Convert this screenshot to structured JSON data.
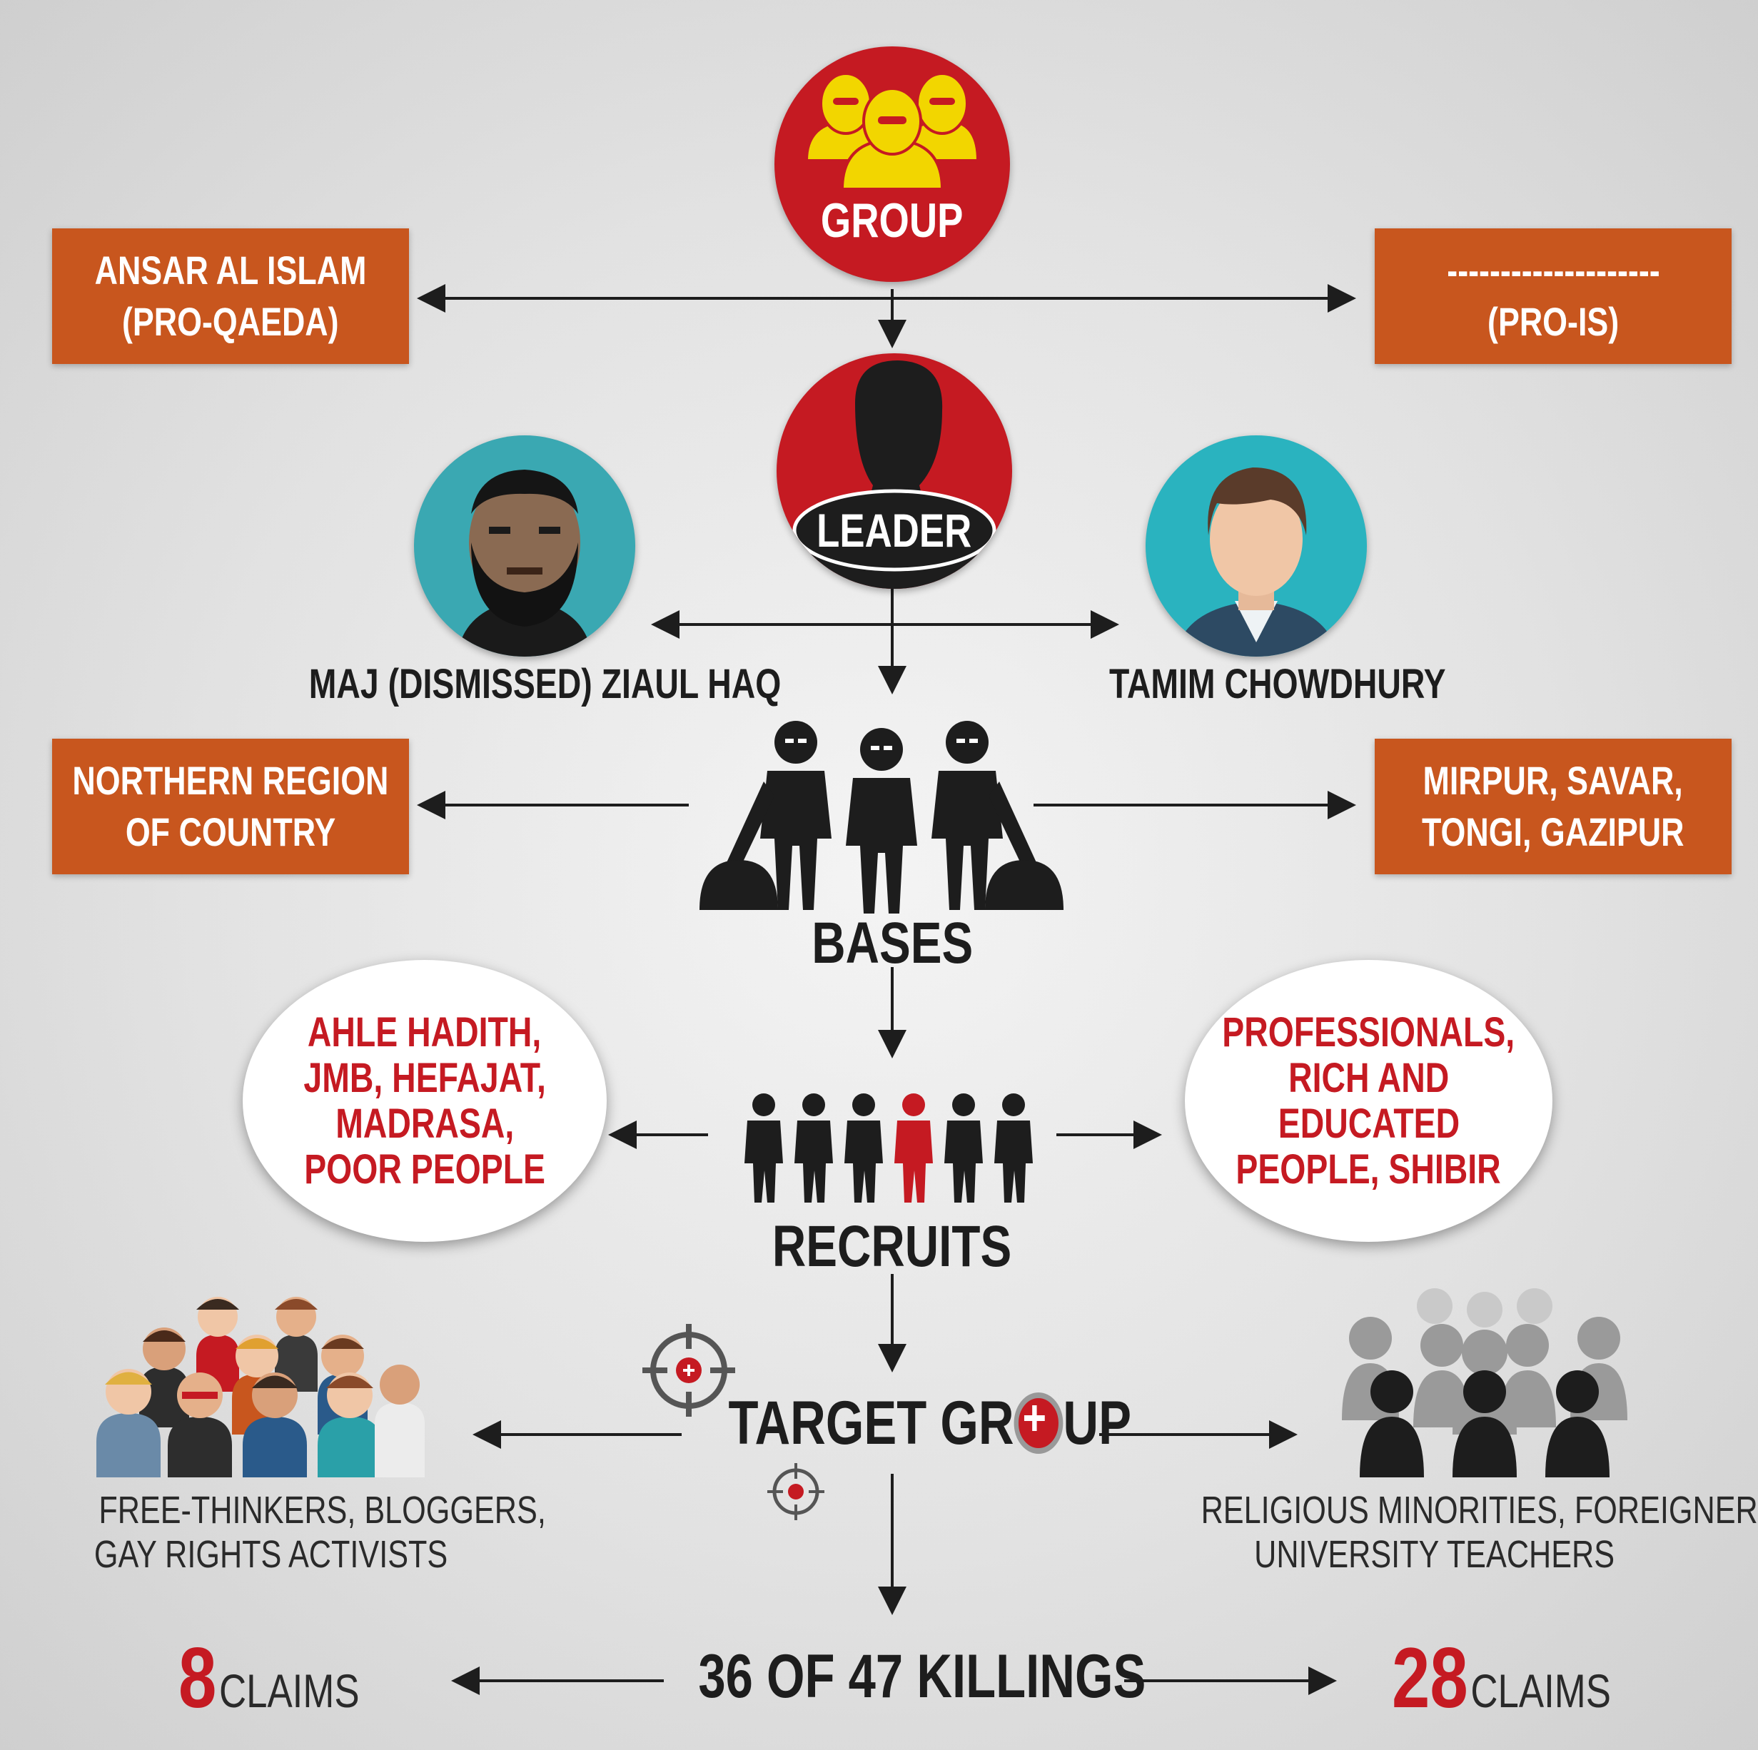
{
  "group": {
    "label": "GROUP"
  },
  "group_left": {
    "line1": "ANSAR AL ISLAM",
    "line2": "(PRO-QAEDA)"
  },
  "group_right": {
    "line1": "--------------------",
    "line2": "(PRO-IS)"
  },
  "leader": {
    "label": "LEADER"
  },
  "leader_left": {
    "name": "MAJ (DISMISSED) ZIAUL HAQ"
  },
  "leader_right": {
    "name": "TAMIM CHOWDHURY"
  },
  "bases": {
    "label": "BASES"
  },
  "bases_left": {
    "line1": "NORTHERN  REGION",
    "line2": "OF COUNTRY"
  },
  "bases_right": {
    "line1": "MIRPUR, SAVAR,",
    "line2": "TONGI, GAZIPUR"
  },
  "recruits": {
    "label": "RECRUITS"
  },
  "recruits_left": {
    "lines": [
      "AHLE HADITH,",
      "JMB, HEFAJAT,",
      "MADRASA,",
      "POOR PEOPLE"
    ]
  },
  "recruits_right": {
    "lines": [
      "PROFESSIONALS,",
      "RICH AND",
      "EDUCATED",
      "PEOPLE, SHIBIR"
    ]
  },
  "target": {
    "label_part1": "TARGET GR",
    "label_part2": "UP"
  },
  "target_left": {
    "line1": "FREE-THINKERS, BLOGGERS,",
    "line2": "GAY RIGHTS ACTIVISTS"
  },
  "target_right": {
    "line1": "RELIGIOUS MINORITIES, FOREIGNERS,",
    "line2": "UNIVERSITY TEACHERS"
  },
  "killings": {
    "label": "36 OF 47 KILLINGS"
  },
  "claims_left": {
    "number": "8",
    "word": "CLAIMS"
  },
  "claims_right": {
    "number": "28",
    "word": "CLAIMS"
  },
  "colors": {
    "red": "#c51a22",
    "orange": "#c8561e",
    "yellow": "#f2d600",
    "teal": "#2ab3bf",
    "dark": "#1d1d1d"
  },
  "icons": [
    "hooded-group-icon",
    "leader-silhouette-icon",
    "bearded-man-photo",
    "man-avatar-icon",
    "bases-people-icon",
    "recruits-icon",
    "crosshair-icon",
    "diverse-crowd-icon",
    "grey-crowd-icon"
  ]
}
